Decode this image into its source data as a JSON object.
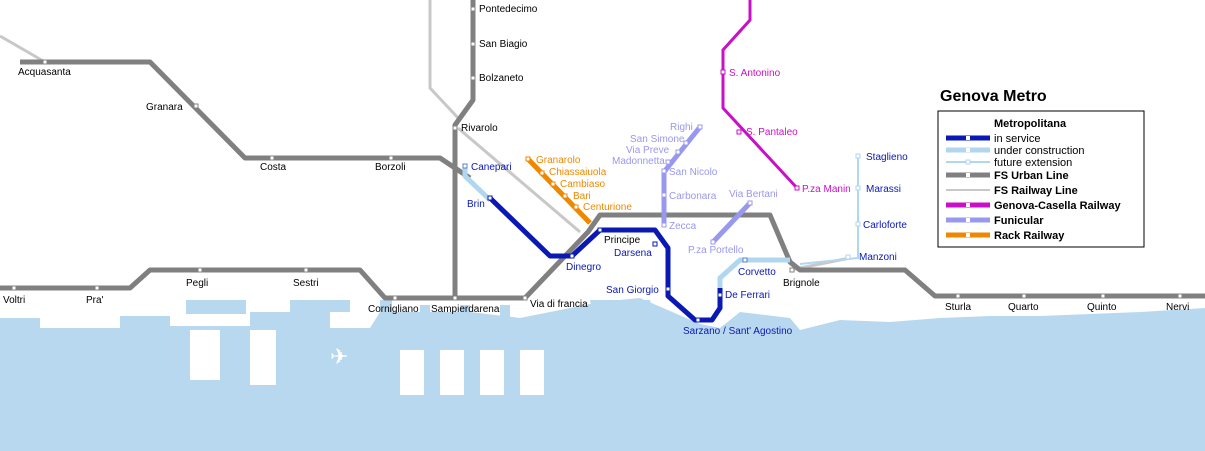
{
  "map": {
    "title": "Genova Metro",
    "colors": {
      "sea": "#b8d8f0",
      "metro": "#0a18b4",
      "under_construction": "#b0d6f0",
      "fs_urban": "#808080",
      "fs_railway": "#c8c8c8",
      "casella": "#c810c8",
      "funicular": "#9898ee",
      "rack": "#ee8800"
    },
    "legend": {
      "heading": "Metropolitana",
      "in_service": "in service",
      "under_construction": "under construction",
      "future_extension": "future extension",
      "fs_urban_line": "FS Urban Line",
      "fs_railway_line": "FS Railway Line",
      "casella_railway": "Genova-Casella Railway",
      "funicular": "Funicular",
      "rack_railway": "Rack Railway"
    },
    "stations": {
      "pontedecimo": "Pontedecimo",
      "san_biagio": "San Biagio",
      "bolzaneto": "Bolzaneto",
      "rivarolo": "Rivarolo",
      "acquasanta": "Acquasanta",
      "granara": "Granara",
      "costa": "Costa",
      "borzoli": "Borzoli",
      "canepari": "Canepari",
      "brin": "Brin",
      "dinegro": "Dinegro",
      "principe": "Principe",
      "darsena": "Darsena",
      "san_giorgio": "San Giorgio",
      "sarzano": "Sarzano / Sant' Agostino",
      "de_ferrari": "De Ferrari",
      "corvetto": "Corvetto",
      "brignole": "Brignole",
      "voltri": "Voltri",
      "pra": "Pra'",
      "pegli": "Pegli",
      "sestri": "Sestri",
      "cornigliano": "Cornigliano",
      "sampierdarena": "Sampierdarena",
      "via_di_francia": "Via di francia",
      "sturla": "Sturla",
      "quarto": "Quarto",
      "quinto": "Quinto",
      "nervi": "Nervi",
      "granarolo": "Granarolo",
      "chiassaiuola": "Chiassaiuola",
      "cambiaso": "Cambiaso",
      "bari": "Bari",
      "centurione": "Centurione",
      "righi": "Righi",
      "san_simone": "San Simone",
      "via_preve": "Via Preve",
      "madonnetta": "Madonnetta",
      "san_nicolo": "San Nicolo",
      "carbonara": "Carbonara",
      "zecca": "Zecca",
      "via_bertani": "Via Bertani",
      "pza_portello": "P.za Portello",
      "s_antonino": "S. Antonino",
      "s_pantaleo": "S. Pantaleo",
      "pza_manin": "P.za Manin",
      "staglieno": "Staglieno",
      "marassi": "Marassi",
      "carloforte": "Carloforte",
      "manzoni": "Manzoni"
    }
  }
}
